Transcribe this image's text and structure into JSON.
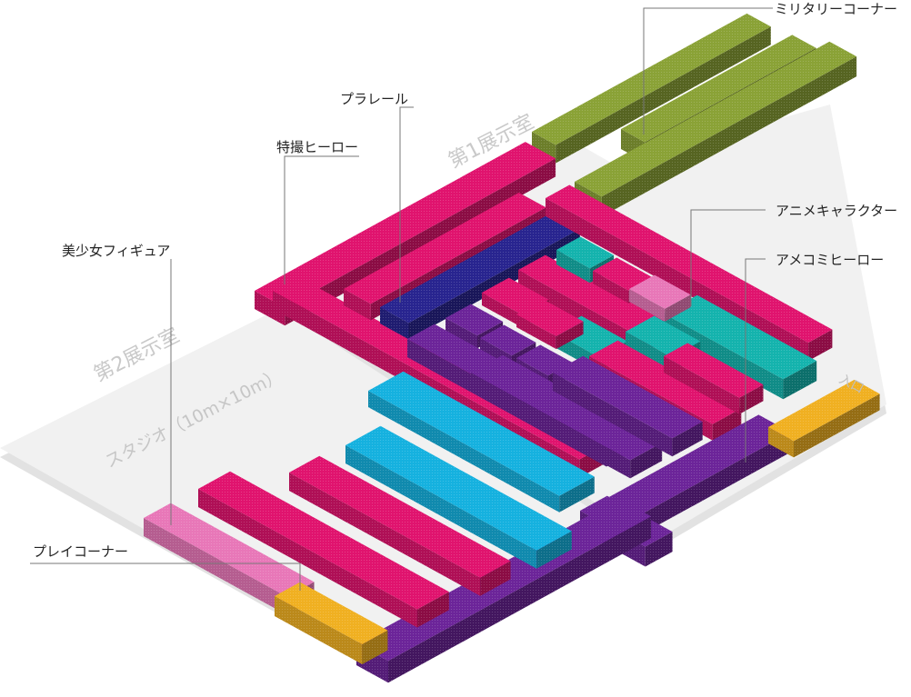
{
  "rooms": {
    "room1": "第1展示室",
    "room2": "第2展示室",
    "studio": "スタジオ（10m×10m）",
    "entrance": "入口"
  },
  "callouts": {
    "military": "ミリタリーコーナー",
    "plarail": "プラレール",
    "tokusatsu": "特撮ヒーロー",
    "anime": "アニメキャラクター",
    "americomi": "アメコミヒーロー",
    "figure": "美少女フィギュア",
    "play": "プレイコーナー"
  },
  "colors": {
    "military": "#8aa236",
    "tokusatsu": "#e0136e",
    "plarail": "#28248f",
    "purple": "#6c2499",
    "anime": "#14b3ad",
    "pink": "#e877b8",
    "studio": "#15b1df",
    "play": "#f0b021",
    "floor": "#efefef"
  }
}
